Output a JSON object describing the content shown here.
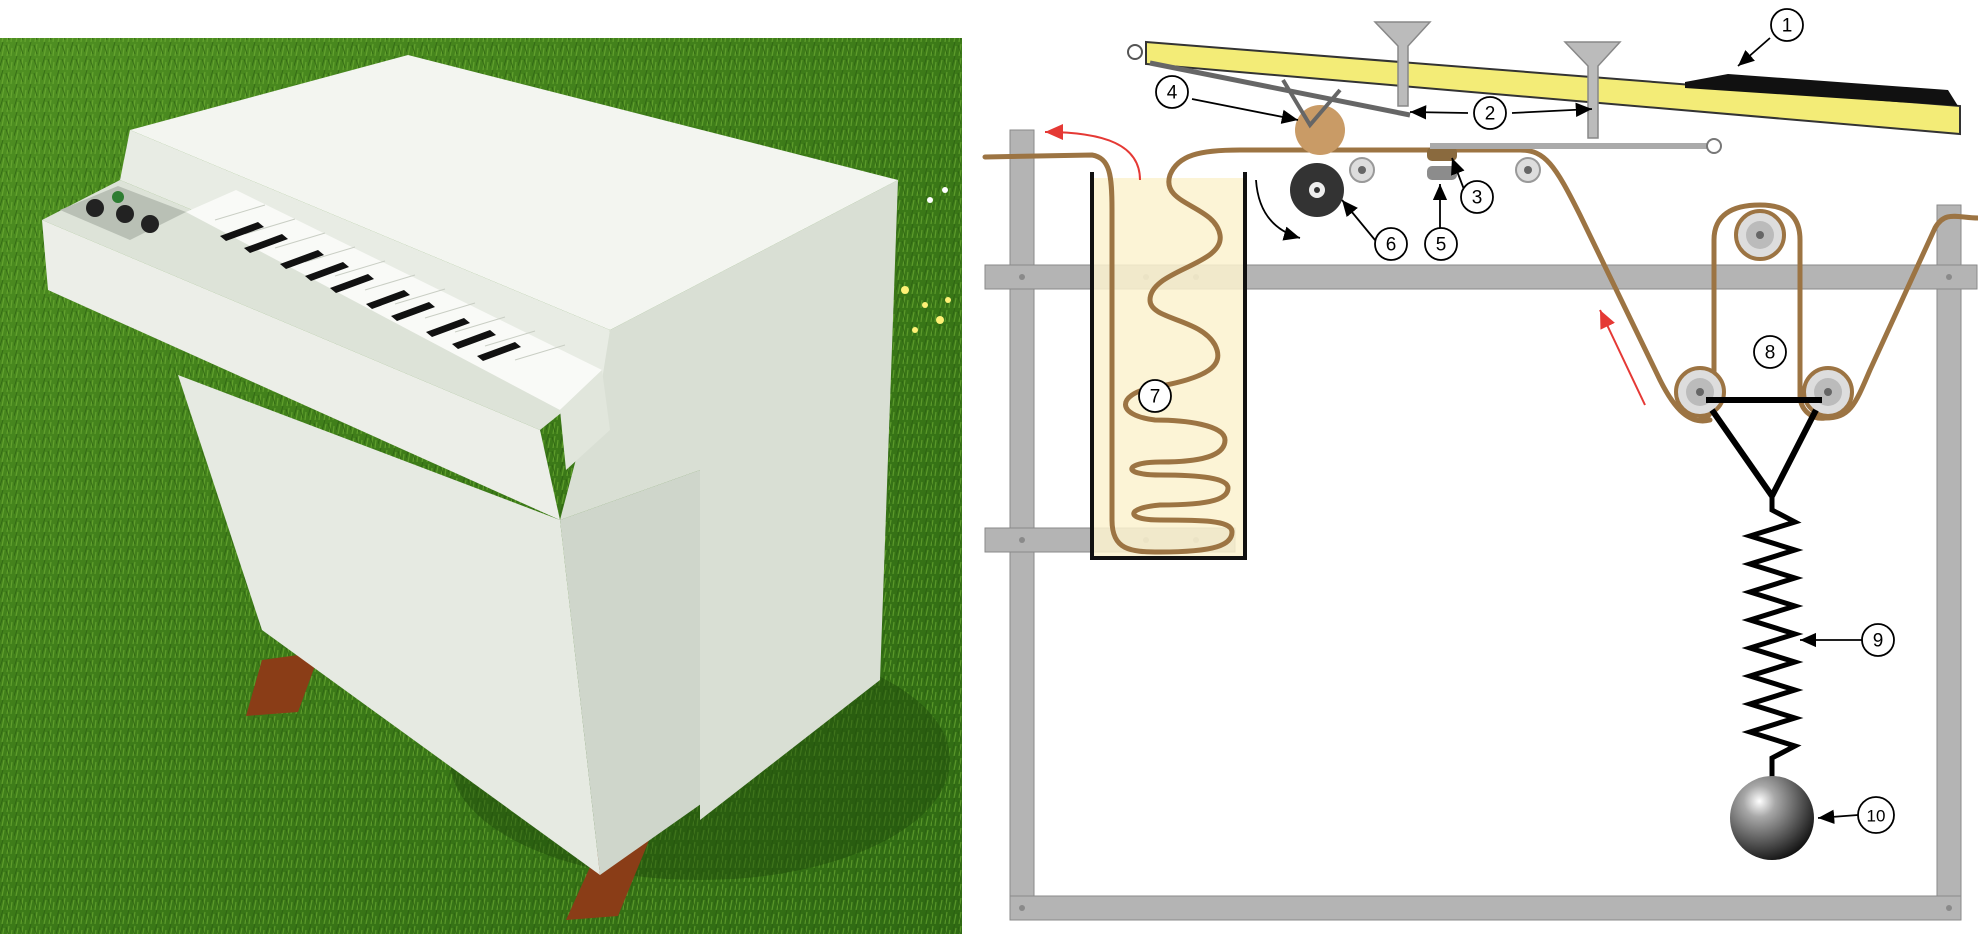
{
  "colors": {
    "grass_dark": "#2f6a13",
    "grass_light": "#6fae2c",
    "cabinet": "#eef1ea",
    "cabinet_shade": "#d7ddd2",
    "key_yellow": "#f3ec77",
    "tape_brown": "#9c7443",
    "frame_grey": "#b4b4b4",
    "tape_bin": "#fbf2cf",
    "arrow_red": "#e53935",
    "wood_leg": "#8a3d17"
  },
  "callouts": {
    "c1": "1",
    "c2": "2",
    "c3": "3",
    "c4": "4",
    "c5": "5",
    "c6": "6",
    "c7": "7",
    "c8": "8",
    "c9": "9",
    "c10": "10"
  },
  "icons": {
    "arrow_head": "arrow-head-icon",
    "pulley": "pulley-icon",
    "spring": "spring-icon",
    "weight": "weight-ball-icon"
  }
}
